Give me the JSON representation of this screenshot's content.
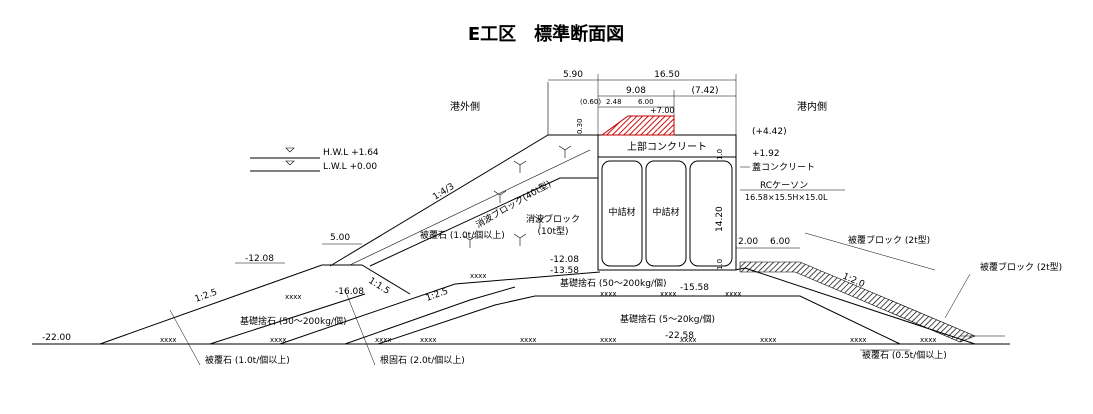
{
  "title": "E工区　標準断面図",
  "sides": {
    "outer": "港外側",
    "inner": "港内側"
  },
  "water": {
    "hwl": "H.W.L +1.64",
    "lwl": "L.W.L +0.00"
  },
  "dims": {
    "d590": "5.90",
    "d1650": "16.50",
    "d908": "9.08",
    "d742": "(7.42)",
    "d060": "(0.60)",
    "d248": "2.48",
    "d600top": "6.00",
    "d030": "0.30",
    "d10a": "1.0",
    "d10b": "1.0",
    "d1420": "14.20",
    "d500": "5.00",
    "d200": "2.00",
    "d600": "6.00"
  },
  "elevations": {
    "e700": "+7.00",
    "e442": "(+4.42)",
    "e192": "+1.92",
    "e1208l": "-12.08",
    "e1208": "-12.08",
    "e1358": "-13.58",
    "e1608": "-16.08",
    "e1558": "-15.58",
    "e2258": "-22.58",
    "e2200": "-22.00"
  },
  "slopes": {
    "s43": "1:4/3",
    "s15a": "1:1.5",
    "s25a": "1:2.5",
    "s25b": "1:2.5",
    "s20": "1:2.0"
  },
  "labels": {
    "upper_concrete": "上部コンクリート",
    "lid_concrete": "蓋コンクリート",
    "caisson1": "RCケーソン",
    "caisson2": "16.58×15.5H×15.0L",
    "fill": "中詰材",
    "wave_block40": "消波ブロック(40t型)",
    "wave_block10a": "消波ブロック",
    "wave_block10b": "(10t型)",
    "armor_in": "被覆石 (1.0t/個以上)",
    "rubble_mid": "基礎捨石 (50～200kg/個)",
    "rubble_left": "基礎捨石 (50～200kg/個)",
    "rubble_center": "基礎捨石 (5～20kg/個)",
    "armor_block_r1": "被覆ブロック (2t型)",
    "armor_block_r2": "被覆ブロック (2t型)",
    "armor_bottom_l": "被覆石 (1.0t/個以上)",
    "root_stone": "根固石 (2.0t/個以上)",
    "armor_bottom_r": "被覆石 (0.5t/個以上)"
  }
}
